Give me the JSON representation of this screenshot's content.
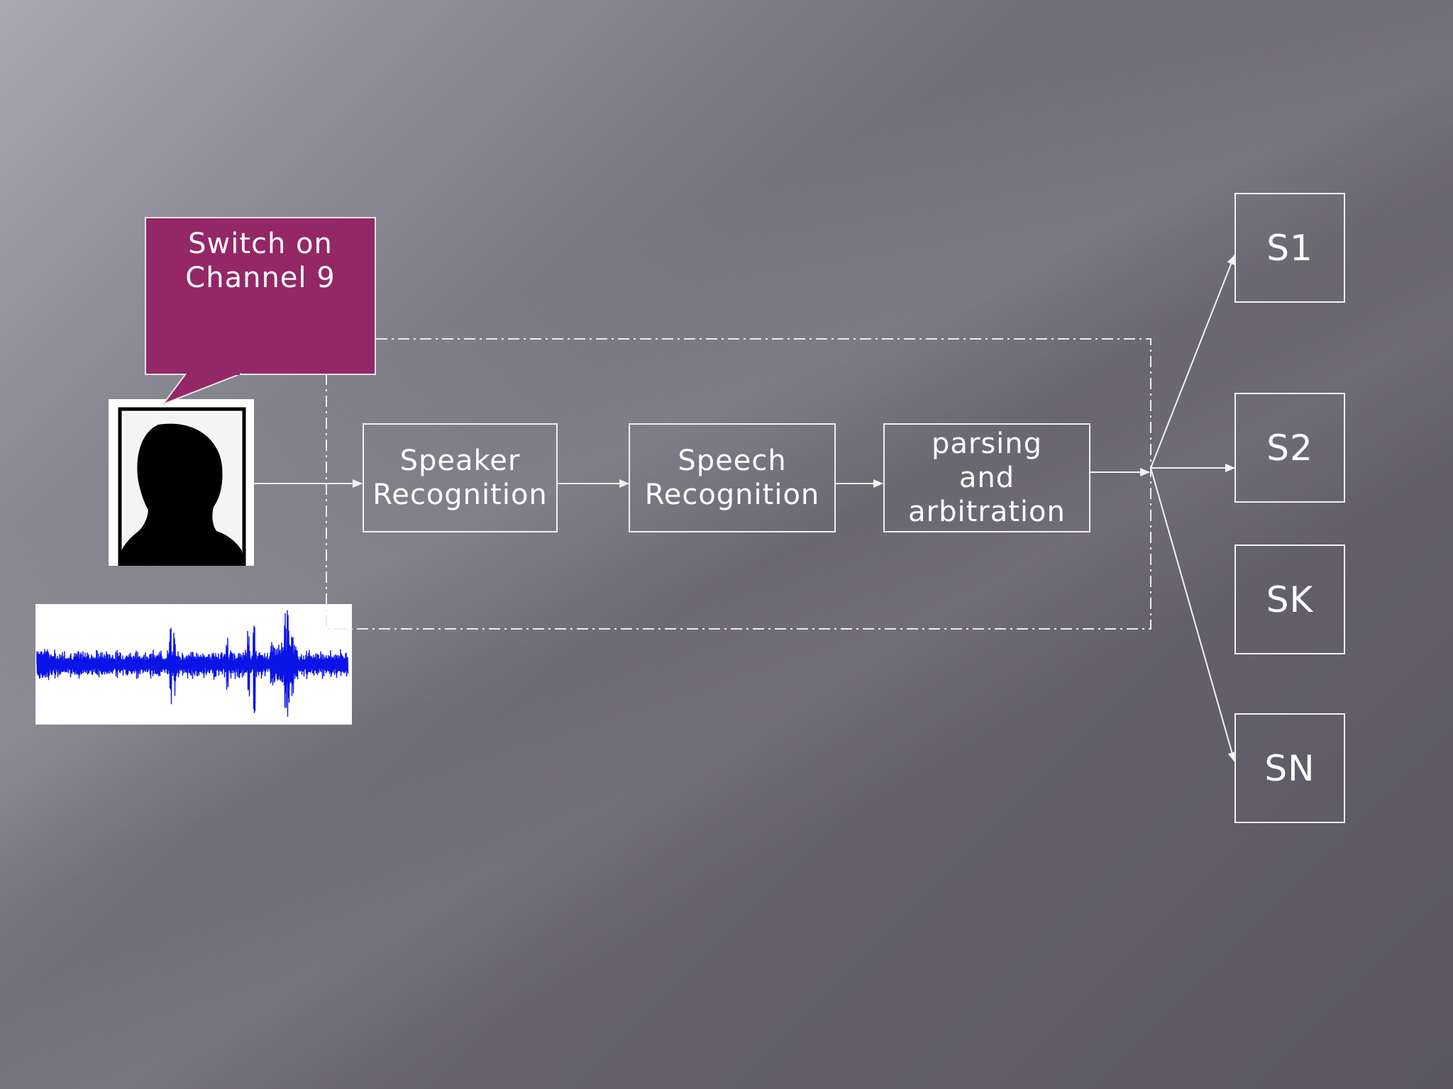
{
  "callout": {
    "line1": "Switch on",
    "line2": "Channel 9",
    "color": "#942766"
  },
  "pipeline": {
    "speaker": [
      "Speaker",
      "Recognition"
    ],
    "speech": [
      "Speech",
      "Recognition"
    ],
    "parsing": [
      "parsing",
      "and",
      "arbitration"
    ]
  },
  "outputs": [
    "S1",
    "S2",
    "SK",
    "SN"
  ],
  "icons": {
    "speaker": "person-silhouette-icon",
    "waveform": "audio-waveform-icon"
  },
  "colors": {
    "waveform": "#0a14e6",
    "lines": "#f2f2f2"
  }
}
